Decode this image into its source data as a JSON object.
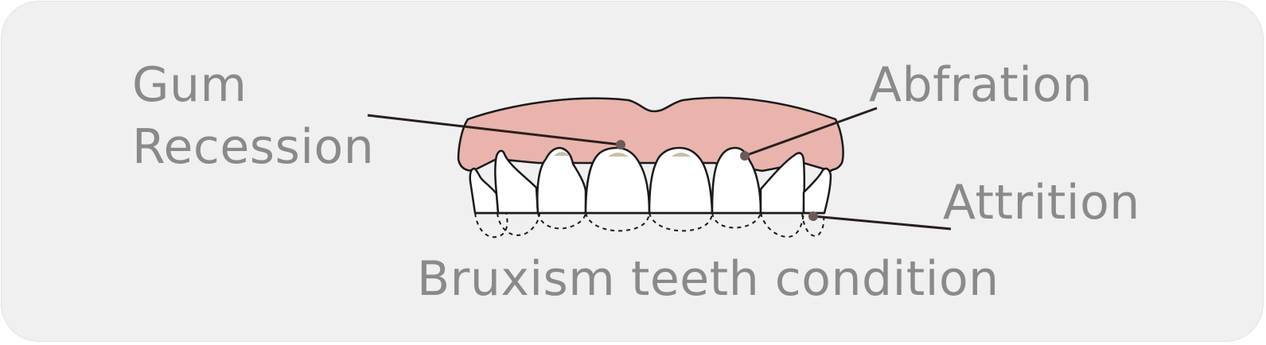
{
  "labels": {
    "gum_line1": "Gum",
    "gum_line2": "Recession",
    "abfraction": "Abfration",
    "attrition": "Attrition",
    "caption": "Bruxism teeth condition"
  },
  "colors": {
    "background": "#f0f0f0",
    "gum": "#e8b4ac",
    "tooth": "#ffffff",
    "outline": "#1a1a1a",
    "marker": "#6b5a58",
    "wear_spot": "#c7bfa8",
    "text": "#8a8a8a"
  },
  "icons": {
    "illustration": "upper-teeth-with-gum"
  }
}
